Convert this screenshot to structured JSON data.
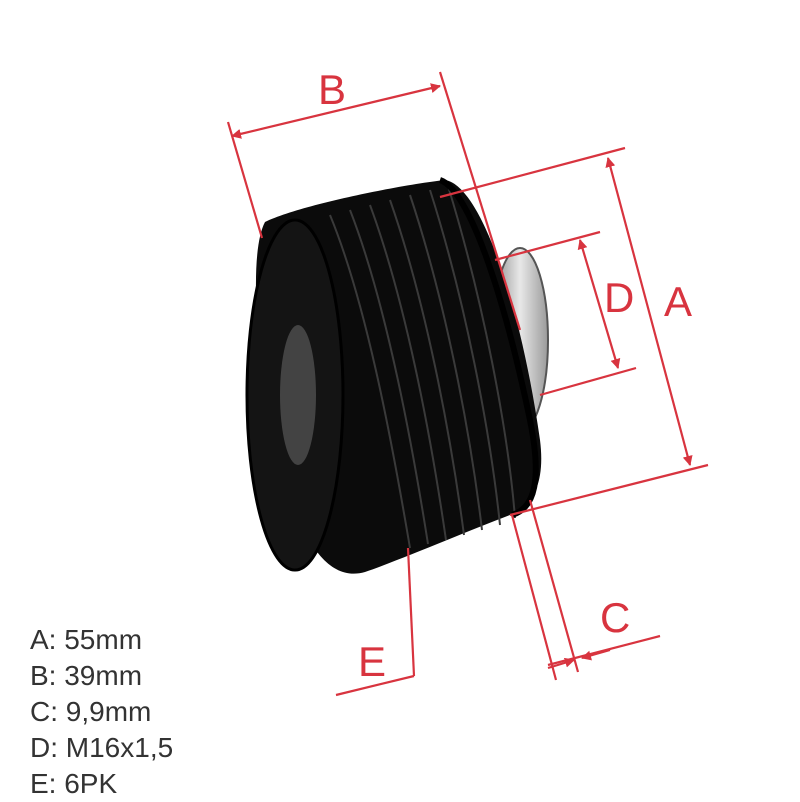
{
  "colors": {
    "dimension": "#d8343f",
    "part": "#0b0b0b",
    "text": "#333333"
  },
  "dimension_labels": {
    "a": "A",
    "b": "B",
    "c": "C",
    "d": "D",
    "e": "E"
  },
  "specs": [
    {
      "key": "A",
      "text": "A: 55mm"
    },
    {
      "key": "B",
      "text": "B: 39mm"
    },
    {
      "key": "C",
      "text": "C: 9,9mm"
    },
    {
      "key": "D",
      "text": "D: M16x1,5"
    },
    {
      "key": "E",
      "text": "E: 6PK"
    }
  ]
}
